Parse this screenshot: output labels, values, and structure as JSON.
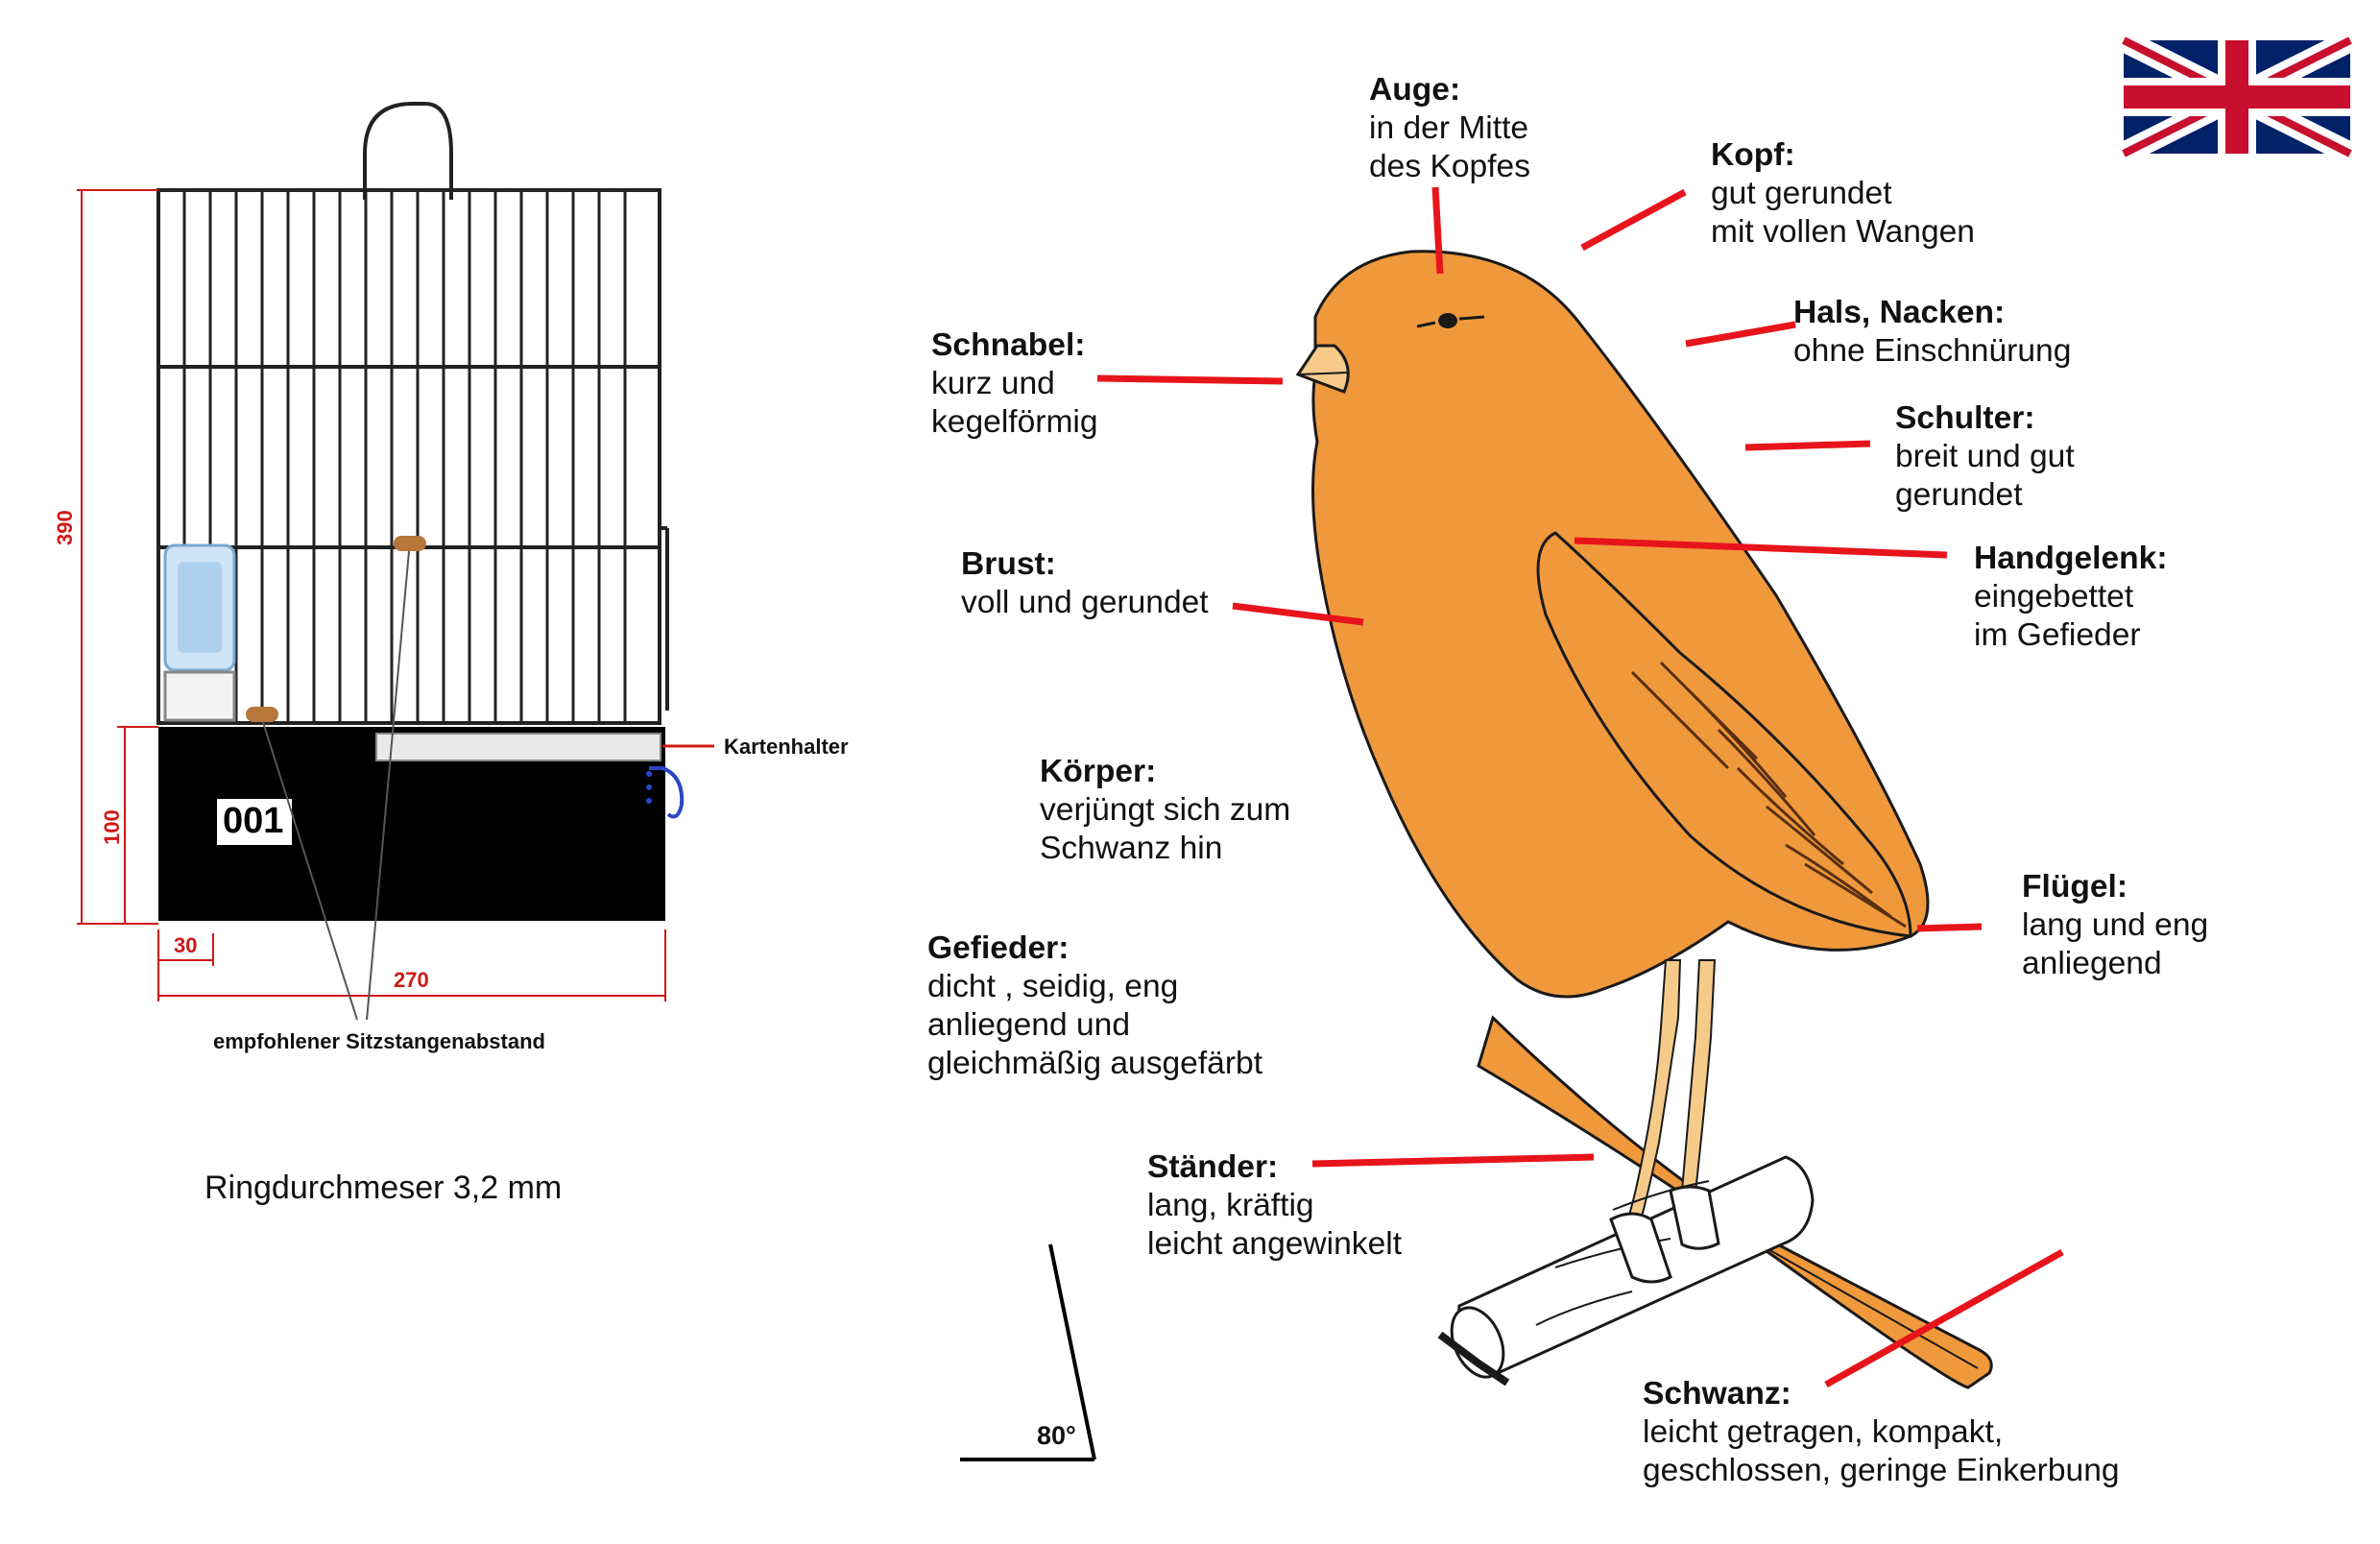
{
  "cage": {
    "height_label": "390",
    "base_height_label": "100",
    "perch_offset_label": "30",
    "width_label": "270",
    "number_tag": "001",
    "card_holder_label": "Kartenhalter",
    "perch_distance_caption": "empfohlener Sitzstangenabstand"
  },
  "ring_diameter_text": "Ringdurchmeser 3,2 mm",
  "posture_angle_label": "80°",
  "flag_icon": "uk-flag-icon",
  "colors": {
    "bird_body": "#f0993c",
    "leader_lines": "#e8141b",
    "dimension_lines": "#d01818",
    "cage_base": "#000000"
  },
  "annotations": [
    {
      "key": "auge",
      "title": "Auge:",
      "lines": [
        "in der Mitte",
        "des Kopfes"
      ]
    },
    {
      "key": "kopf",
      "title": "Kopf:",
      "lines": [
        "gut gerundet",
        "mit vollen Wangen"
      ]
    },
    {
      "key": "hals",
      "title": "Hals, Nacken:",
      "lines": [
        "ohne Einschnürung"
      ]
    },
    {
      "key": "schulter",
      "title": "Schulter:",
      "lines": [
        "breit und gut",
        "gerundet"
      ]
    },
    {
      "key": "handgelenk",
      "title": "Handgelenk:",
      "lines": [
        "eingebettet",
        "im Gefieder"
      ]
    },
    {
      "key": "schnabel",
      "title": "Schnabel:",
      "lines": [
        "kurz und",
        "kegelförmig"
      ]
    },
    {
      "key": "brust",
      "title": "Brust:",
      "lines": [
        "voll und gerundet"
      ]
    },
    {
      "key": "koerper",
      "title": "Körper:",
      "lines": [
        "verjüngt sich zum",
        "Schwanz hin"
      ]
    },
    {
      "key": "gefieder",
      "title": "Gefieder:",
      "lines": [
        "dicht , seidig, eng",
        "anliegend und",
        "gleichmäßig ausgefärbt"
      ]
    },
    {
      "key": "fluegel",
      "title": "Flügel:",
      "lines": [
        "lang und eng",
        "anliegend"
      ]
    },
    {
      "key": "staender",
      "title": "Ständer:",
      "lines": [
        "lang, kräftig",
        "leicht angewinkelt"
      ]
    },
    {
      "key": "schwanz",
      "title": "Schwanz:",
      "lines": [
        "leicht getragen, kompakt,",
        "geschlossen, geringe Einkerbung"
      ]
    }
  ]
}
